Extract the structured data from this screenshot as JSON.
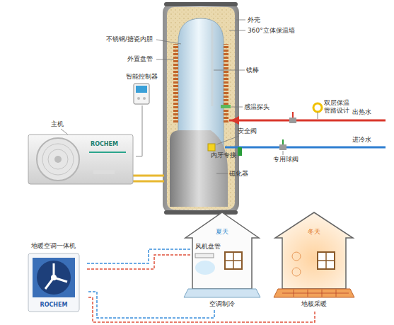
{
  "diagram": {
    "nodes": [
      {
        "text": [
          "智能控制器"
        ]
      },
      {
        "text": [
          "主机",
          "ROCHEM"
        ]
      },
      {
        "text": [
          "地暖空调一体机",
          "ROCHEM"
        ]
      },
      {
        "text": [
          "夏天",
          "空调制冷"
        ]
      },
      {
        "text": [
          "冬天",
          "地板采暖"
        ]
      }
    ],
    "edges": [
      {
        "from": 0,
        "to": 1,
        "arrow": "none"
      },
      {
        "from": 2,
        "to": 3,
        "arrow": "none"
      },
      {
        "from": 2,
        "to": 4,
        "arrow": "none"
      }
    ],
    "labels": [
      "外壳",
      "360°立体保温墙",
      "不锈钢/搪瓷内胆",
      "外置盘管",
      "镁棒",
      "感温探头",
      "双层保温管路设计",
      "出热水",
      "安全阀",
      "进冷水",
      "内牙专接",
      "专用球阀",
      "磁化器",
      "风机盘管"
    ]
  }
}
